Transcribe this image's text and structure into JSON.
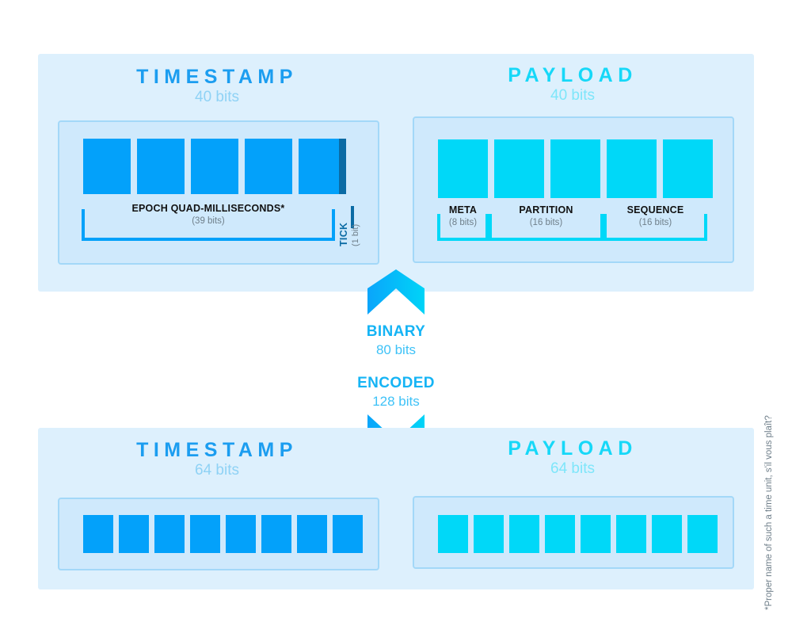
{
  "diagram": {
    "title": "Binary vs Encoded ID layout",
    "colors": {
      "panel_bg": "#ddf0fd",
      "card_bg": "#cfe9fc",
      "card_border": "#a3d8f8",
      "timestamp_blue": "#03a1fa",
      "payload_cyan": "#00d8f8",
      "tick_dark": "#0b6ba4",
      "title_blue": "#1b9df0",
      "title_cyan": "#16d8f8",
      "mid_label": "#15b4f5"
    }
  },
  "binary_row": {
    "timestamp": {
      "title": "TIMESTAMP",
      "bits": "40 bits",
      "block_count": 5,
      "fields": [
        {
          "name": "EPOCH QUAD-MILLISECONDS*",
          "bits": "(39 bits)"
        },
        {
          "name": "TICK",
          "bits": "(1 bit)"
        }
      ]
    },
    "payload": {
      "title": "PAYLOAD",
      "bits": "40 bits",
      "block_count": 5,
      "fields": [
        {
          "name": "META",
          "bits": "(8 bits)"
        },
        {
          "name": "PARTITION",
          "bits": "(16 bits)"
        },
        {
          "name": "SEQUENCE",
          "bits": "(16 bits)"
        }
      ]
    }
  },
  "middle": {
    "binary": {
      "title": "BINARY",
      "bits": "80 bits"
    },
    "encoded": {
      "title": "ENCODED",
      "bits": "128 bits"
    }
  },
  "encoded_row": {
    "timestamp": {
      "title": "TIMESTAMP",
      "bits": "64 bits",
      "block_count": 8
    },
    "payload": {
      "title": "PAYLOAD",
      "bits": "64 bits",
      "block_count": 8
    }
  },
  "footnote": "*Proper name of such a time unit, s'il vous plaît?"
}
